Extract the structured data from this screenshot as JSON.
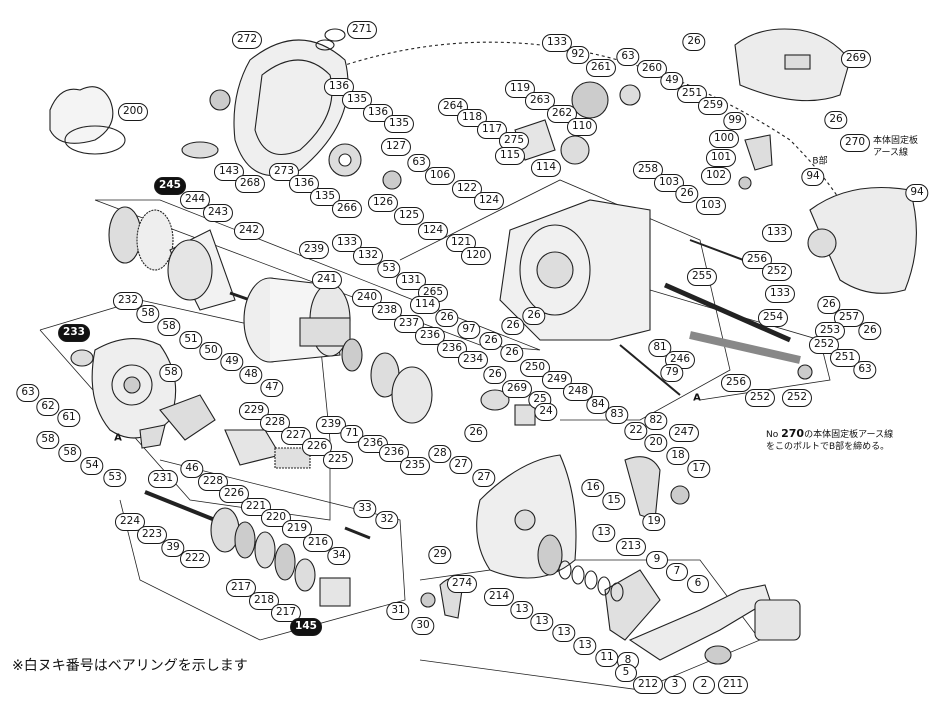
{
  "callouts": [
    {
      "label": "272"
    },
    {
      "label": "271"
    },
    {
      "label": "200"
    },
    {
      "label": "143"
    },
    {
      "label": "268"
    },
    {
      "label": "136"
    },
    {
      "label": "135"
    },
    {
      "label": "136"
    },
    {
      "label": "135"
    },
    {
      "label": "127"
    },
    {
      "label": "273"
    },
    {
      "label": "136"
    },
    {
      "label": "135"
    },
    {
      "label": "266"
    },
    {
      "label": "245"
    },
    {
      "label": "244"
    },
    {
      "label": "243"
    },
    {
      "label": "242"
    },
    {
      "label": "239"
    },
    {
      "label": "241"
    },
    {
      "label": "133"
    },
    {
      "label": "92"
    },
    {
      "label": "261"
    },
    {
      "label": "63"
    },
    {
      "label": "260"
    },
    {
      "label": "49"
    },
    {
      "label": "251"
    },
    {
      "label": "259"
    },
    {
      "label": "119"
    },
    {
      "label": "263"
    },
    {
      "label": "262"
    },
    {
      "label": "110"
    },
    {
      "label": "264"
    },
    {
      "label": "118"
    },
    {
      "label": "117"
    },
    {
      "label": "275"
    },
    {
      "label": "115"
    },
    {
      "label": "114"
    },
    {
      "label": "63"
    },
    {
      "label": "106"
    },
    {
      "label": "126"
    },
    {
      "label": "122"
    },
    {
      "label": "121"
    },
    {
      "label": "124"
    },
    {
      "label": "124"
    },
    {
      "label": "125"
    },
    {
      "label": "133"
    },
    {
      "label": "132"
    },
    {
      "label": "53"
    },
    {
      "label": "131"
    },
    {
      "label": "265"
    },
    {
      "label": "120"
    },
    {
      "label": "114"
    },
    {
      "label": "26"
    },
    {
      "label": "97"
    },
    {
      "label": "26"
    },
    {
      "label": "26"
    },
    {
      "label": "26"
    },
    {
      "label": "26"
    },
    {
      "label": "258"
    },
    {
      "label": "103"
    },
    {
      "label": "26"
    },
    {
      "label": "103"
    },
    {
      "label": "99"
    },
    {
      "label": "100"
    },
    {
      "label": "101"
    },
    {
      "label": "102"
    },
    {
      "label": "26"
    },
    {
      "label": "269"
    },
    {
      "label": "26"
    },
    {
      "label": "270"
    },
    {
      "label": "94"
    },
    {
      "label": "94"
    },
    {
      "label": "133"
    },
    {
      "label": "256"
    },
    {
      "label": "252"
    },
    {
      "label": "255"
    },
    {
      "label": "133"
    },
    {
      "label": "26"
    },
    {
      "label": "257"
    },
    {
      "label": "26"
    },
    {
      "label": "254"
    },
    {
      "label": "253"
    },
    {
      "label": "252"
    },
    {
      "label": "251"
    },
    {
      "label": "63"
    },
    {
      "label": "256"
    },
    {
      "label": "252"
    },
    {
      "label": "252"
    },
    {
      "label": "81"
    },
    {
      "label": "246"
    },
    {
      "label": "79"
    },
    {
      "label": "250"
    },
    {
      "label": "249"
    },
    {
      "label": "248"
    },
    {
      "label": "84"
    },
    {
      "label": "83"
    },
    {
      "label": "82"
    },
    {
      "label": "247"
    },
    {
      "label": "232"
    },
    {
      "label": "233"
    },
    {
      "label": "58"
    },
    {
      "label": "58"
    },
    {
      "label": "51"
    },
    {
      "label": "50"
    },
    {
      "label": "58"
    },
    {
      "label": "49"
    },
    {
      "label": "48"
    },
    {
      "label": "47"
    },
    {
      "label": "63"
    },
    {
      "label": "62"
    },
    {
      "label": "61"
    },
    {
      "label": "58"
    },
    {
      "label": "58"
    },
    {
      "label": "54"
    },
    {
      "label": "53"
    },
    {
      "label": "46"
    },
    {
      "label": "240"
    },
    {
      "label": "238"
    },
    {
      "label": "237"
    },
    {
      "label": "236"
    },
    {
      "label": "236"
    },
    {
      "label": "234"
    },
    {
      "label": "239"
    },
    {
      "label": "71"
    },
    {
      "label": "236"
    },
    {
      "label": "236"
    },
    {
      "label": "235"
    },
    {
      "label": "229"
    },
    {
      "label": "228"
    },
    {
      "label": "227"
    },
    {
      "label": "226"
    },
    {
      "label": "225"
    },
    {
      "label": "228"
    },
    {
      "label": "226"
    },
    {
      "label": "221"
    },
    {
      "label": "231"
    },
    {
      "label": "224"
    },
    {
      "label": "223"
    },
    {
      "label": "39"
    },
    {
      "label": "222"
    },
    {
      "label": "220"
    },
    {
      "label": "219"
    },
    {
      "label": "216"
    },
    {
      "label": "34"
    },
    {
      "label": "217"
    },
    {
      "label": "218"
    },
    {
      "label": "217"
    },
    {
      "label": "145"
    },
    {
      "label": "26"
    },
    {
      "label": "269"
    },
    {
      "label": "25"
    },
    {
      "label": "24"
    },
    {
      "label": "26"
    },
    {
      "label": "28"
    },
    {
      "label": "27"
    },
    {
      "label": "27"
    },
    {
      "label": "22"
    },
    {
      "label": "20"
    },
    {
      "label": "18"
    },
    {
      "label": "17"
    },
    {
      "label": "16"
    },
    {
      "label": "15"
    },
    {
      "label": "19"
    },
    {
      "label": "33"
    },
    {
      "label": "32"
    },
    {
      "label": "29"
    },
    {
      "label": "274"
    },
    {
      "label": "214"
    },
    {
      "label": "13"
    },
    {
      "label": "13"
    },
    {
      "label": "213"
    },
    {
      "label": "13"
    },
    {
      "label": "13"
    },
    {
      "label": "13"
    },
    {
      "label": "11"
    },
    {
      "label": "9"
    },
    {
      "label": "8"
    },
    {
      "label": "7"
    },
    {
      "label": "6"
    },
    {
      "label": "5"
    },
    {
      "label": "212"
    },
    {
      "label": "3"
    },
    {
      "label": "2"
    },
    {
      "label": "211"
    },
    {
      "label": "31"
    },
    {
      "label": "30"
    }
  ],
  "markers": {
    "a1": "A",
    "a2": "A",
    "b": "B部"
  },
  "notes": {
    "ground_wire": [
      "本体固定板",
      "アース線"
    ],
    "bolt_note_prefix": "No",
    "bolt_note_num": "270",
    "bolt_note_rest": "の本体固定板アース線",
    "bolt_note_line2": "をこのボルトでB部を締める。"
  },
  "footer": "※白ヌキ番号はベアリングを示します"
}
